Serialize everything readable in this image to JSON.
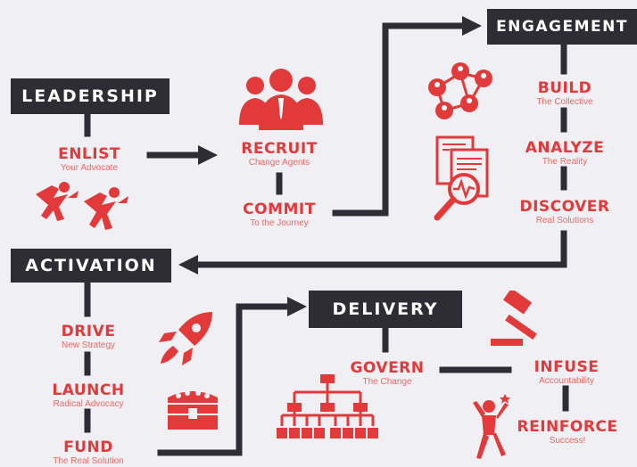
{
  "phases": {
    "leadership": "LEADERSHIP",
    "engagement": "ENGAGEMENT",
    "activation": "ACTIVATION",
    "delivery": "DELIVERY"
  },
  "steps": {
    "enlist": {
      "title": "ENLIST",
      "sub": "Your Advocate"
    },
    "recruit": {
      "title": "RECRUIT",
      "sub": "Change Agents"
    },
    "commit": {
      "title": "COMMIT",
      "sub": "To the Journey"
    },
    "build": {
      "title": "BUILD",
      "sub": "The Collective"
    },
    "analyze": {
      "title": "ANALYZE",
      "sub": "The Reality"
    },
    "discover": {
      "title": "DISCOVER",
      "sub": "Real Solutions"
    },
    "drive": {
      "title": "DRIVE",
      "sub": "New Strategy"
    },
    "launch": {
      "title": "LAUNCH",
      "sub": "Radical Advocacy"
    },
    "fund": {
      "title": "FUND",
      "sub": "The Real Solution"
    },
    "govern": {
      "title": "GOVERN",
      "sub": "The Change"
    },
    "infuse": {
      "title": "INFUSE",
      "sub": "Accountability"
    },
    "reinforce": {
      "title": "REINFORCE",
      "sub": "Success!"
    }
  },
  "colors": {
    "accent": "#e23a3b",
    "dark": "#2e2c35",
    "background": "#f0eff3"
  },
  "icons": {
    "enlist": "superhero-icon",
    "recruit": "team-people-icon",
    "build": "network-people-icon",
    "analyze": "document-magnifier-icon",
    "drive": "rocket-icon",
    "launch": "treasure-chest-icon",
    "govern": "org-chart-icon",
    "infuse": "gavel-icon",
    "reinforce": "celebrating-person-icon"
  }
}
